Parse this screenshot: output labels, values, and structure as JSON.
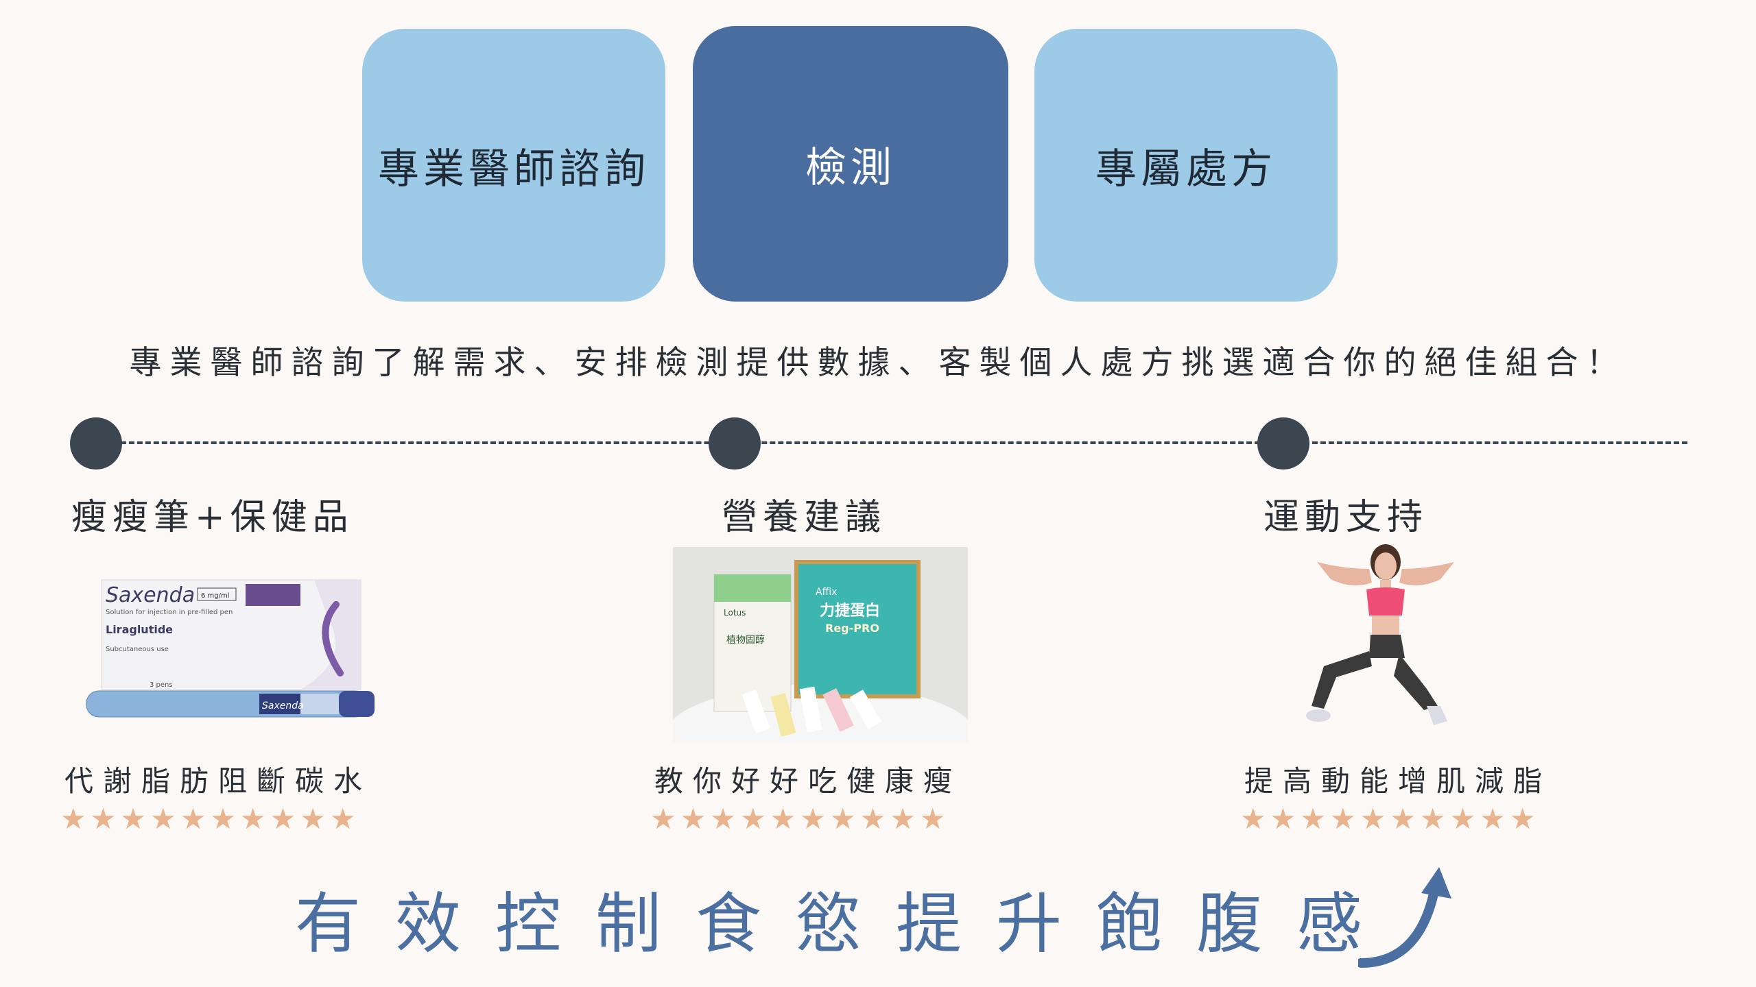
{
  "steps": [
    {
      "label": "專業醫師諮詢"
    },
    {
      "label": "檢測"
    },
    {
      "label": "專屬處方"
    }
  ],
  "tagline": "專業醫師諮詢了解需求、安排檢測提供數據、客製個人處方挑選適合你的絕佳組合！",
  "columns": [
    {
      "title": "瘦瘦筆+保健品",
      "subtitle": "代謝脂肪阻斷碳水",
      "stars": "★★★★★★★★★★",
      "rating": 10,
      "image_text": {
        "brand": "Saxenda",
        "dose": "6 mg/ml",
        "desc": "Solution for injection in pre-filled pen",
        "drug": "Liraglutide",
        "route": "Subcutaneous use",
        "pens": "3 pens"
      }
    },
    {
      "title": "營養建議",
      "subtitle": "教你好好吃健康瘦",
      "stars": "★★★★★★★★★★",
      "rating": 10,
      "image_text": {
        "box_left_brand": "Lotus",
        "box_left_name": "植物固醇",
        "box_right_brand": "Affix",
        "box_right_name": "力捷蛋白",
        "box_right_sub": "Reg-PRO"
      }
    },
    {
      "title": "運動支持",
      "subtitle": "提高動能增肌減脂",
      "stars": "★★★★★★★★★★",
      "rating": 10
    }
  ],
  "headline": "有效控制食慾提升飽腹感",
  "colors": {
    "background": "#fcf8f5",
    "box_light": "#9ccae7",
    "box_dark": "#4a6da0",
    "timeline": "#3c4650",
    "star": "#e9b48d",
    "headline": "#4a6fa0"
  },
  "icons": [
    "arrow-up-right-icon",
    "woman-exercise-icon",
    "saxenda-pen-icon",
    "supplement-boxes-icon"
  ]
}
